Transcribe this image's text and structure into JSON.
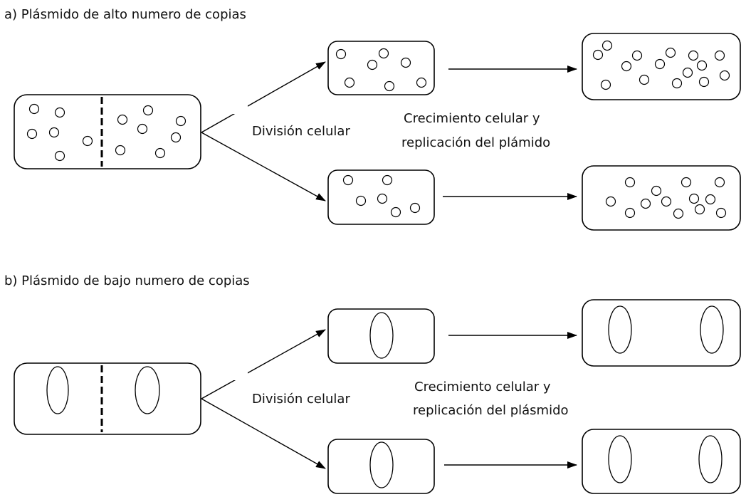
{
  "sections": {
    "high": {
      "title": "a) Plásmido  de alto numero de copias",
      "division_label": "División celular",
      "growth_label_line1": "Crecimiento  celular  y",
      "growth_label_line2": "replicación del plámido"
    },
    "low": {
      "title": "b) Plásmido  de bajo numero de copias",
      "division_label": "División celular",
      "growth_label_line1": "Crecimiento  celular  y",
      "growth_label_line2": "replicación del plásmido"
    }
  },
  "colors": {
    "stroke": "#000000",
    "background": "#ffffff",
    "text": "#111111"
  }
}
